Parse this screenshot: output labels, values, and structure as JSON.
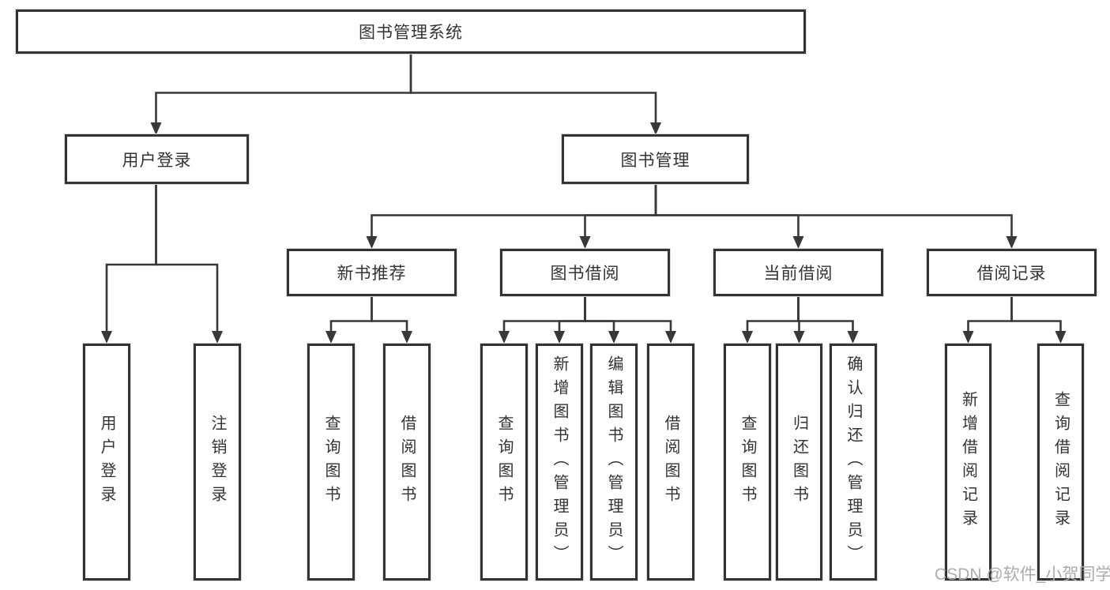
{
  "tree": {
    "label": "图书管理系统",
    "children": [
      {
        "label": "用户登录",
        "children": [
          {
            "label": "用户登录"
          },
          {
            "label": "注销登录"
          }
        ]
      },
      {
        "label": "图书管理",
        "children": [
          {
            "label": "新书推荐",
            "children": [
              {
                "label": "查询图书"
              },
              {
                "label": "借阅图书"
              }
            ]
          },
          {
            "label": "图书借阅",
            "children": [
              {
                "label": "查询图书"
              },
              {
                "label": "新增图书（管理员）"
              },
              {
                "label": "编辑图书（管理员）"
              },
              {
                "label": "借阅图书"
              }
            ]
          },
          {
            "label": "当前借阅",
            "children": [
              {
                "label": "查询图书"
              },
              {
                "label": "归还图书"
              },
              {
                "label": "确认归还（管理员）"
              }
            ]
          },
          {
            "label": "借阅记录",
            "children": [
              {
                "label": "新增借阅记录"
              },
              {
                "label": "查询借阅记录"
              }
            ]
          }
        ]
      }
    ]
  },
  "watermark": {
    "text": "CSDN @软件_小贺同学"
  },
  "colors": {
    "line": "#383838",
    "box_border": "#333333",
    "text": "#333333",
    "watermark": "#adadad",
    "background": "#ffffff"
  }
}
